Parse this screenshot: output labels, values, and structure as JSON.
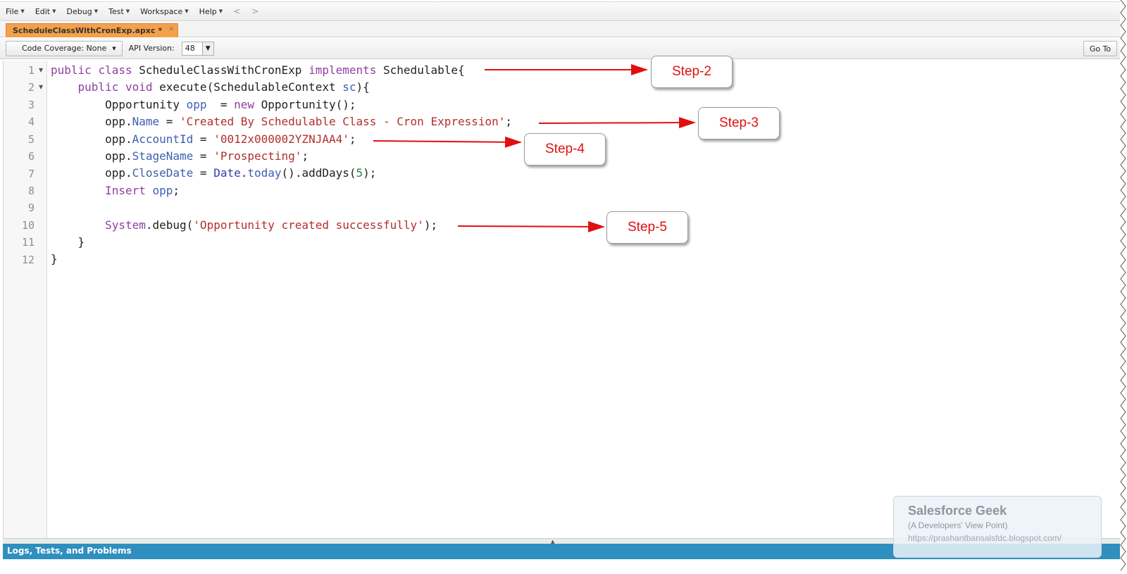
{
  "menubar": {
    "items": [
      {
        "label": "File"
      },
      {
        "label": "Edit"
      },
      {
        "label": "Debug"
      },
      {
        "label": "Test"
      },
      {
        "label": "Workspace"
      },
      {
        "label": "Help"
      }
    ],
    "back": "<",
    "forward": ">"
  },
  "tab": {
    "label": "ScheduleClassWithCronExp.apxc *",
    "close": "✕",
    "accent": "#f5a04a"
  },
  "toolbar": {
    "coverage": "Code Coverage: None",
    "api_label": "API Version:",
    "api_value": "48",
    "goto": "Go To"
  },
  "editor": {
    "line_numbers": [
      "1",
      "2",
      "3",
      "4",
      "5",
      "6",
      "7",
      "8",
      "9",
      "10",
      "11",
      "12"
    ],
    "foldable_lines": [
      "1",
      "2"
    ]
  },
  "annotations": [
    {
      "label": "Step-2"
    },
    {
      "label": "Step-3"
    },
    {
      "label": "Step-4"
    },
    {
      "label": "Step-5"
    }
  ],
  "bottom_panel": {
    "label": "Logs, Tests, and Problems",
    "color": "#2f8fbf"
  },
  "watermark": {
    "title": "Salesforce Geek",
    "subtitle": "(A Developers' View Point)",
    "url": "https://prashantbansalsfdc.blogspot.com/"
  }
}
